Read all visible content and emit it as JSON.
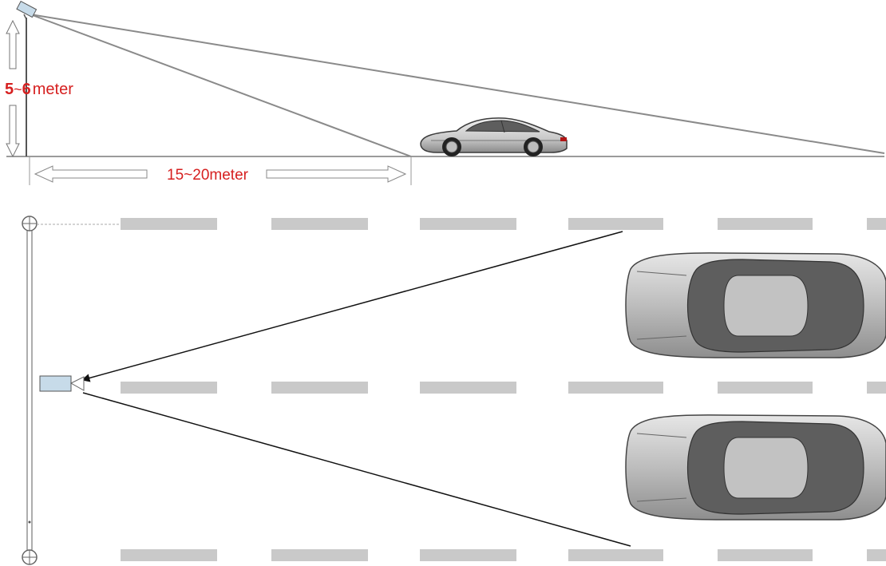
{
  "side_view": {
    "height_label": {
      "prefix": "5",
      "tilde": "~",
      "value": "6",
      "unit": "meter"
    },
    "distance_label": "15~20meter"
  },
  "colors": {
    "label_red": "#d62020",
    "ground_line": "#7a7a7a",
    "sight_line": "#8a8a8a",
    "lane_dash": "#c9c9c9",
    "camera_fill": "#c7dbe9",
    "car_body": "#bdbdbd",
    "car_cabin": "#5e5e5e",
    "car_glass": "#c2c2c2"
  },
  "icons": {
    "side_camera": "cctv-camera-icon",
    "top_camera": "cctv-camera-icon",
    "side_car": "car-side-icon",
    "top_car": "car-top-icon"
  }
}
